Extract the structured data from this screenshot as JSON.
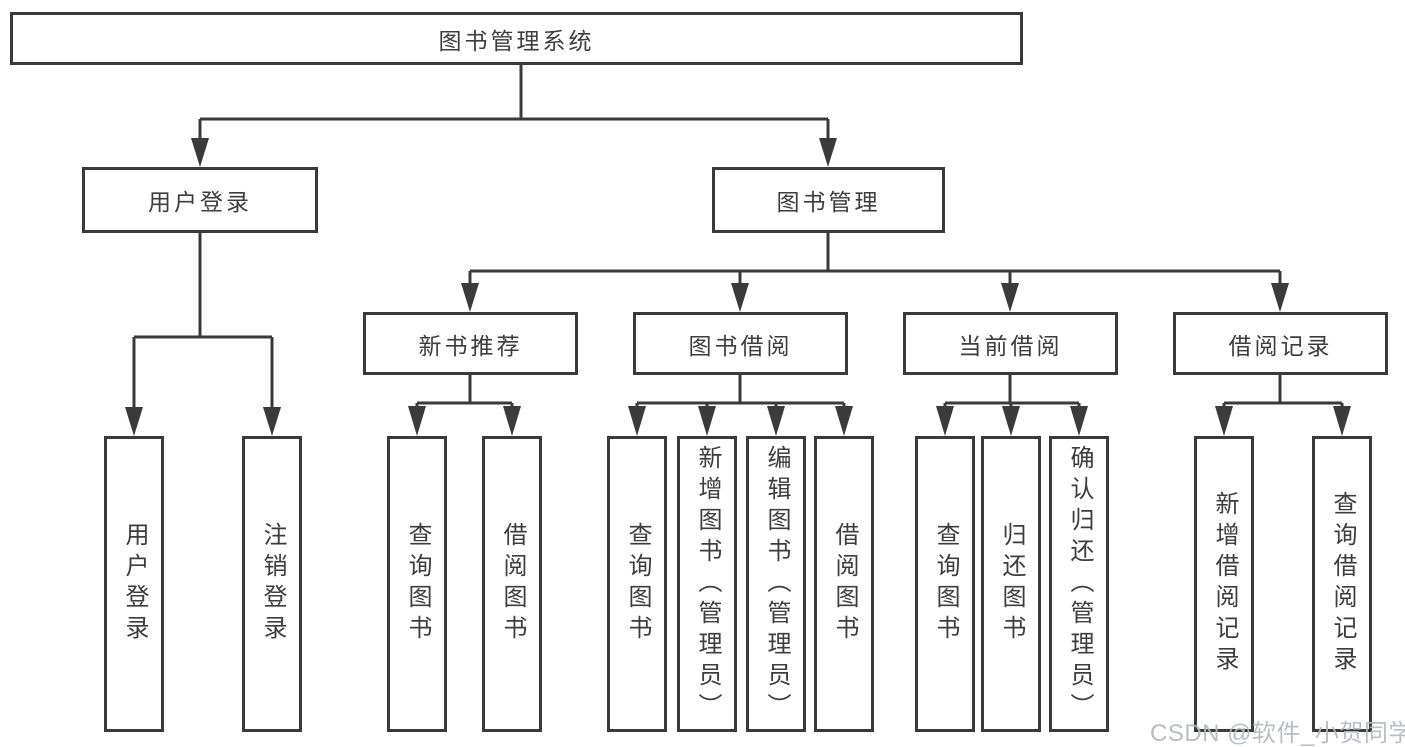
{
  "diagram": {
    "title": "图书管理系统",
    "tree": {
      "label": "图书管理系统",
      "children": [
        {
          "label": "用户登录",
          "children": [
            {
              "label": "用户登录"
            },
            {
              "label": "注销登录"
            }
          ]
        },
        {
          "label": "图书管理",
          "children": [
            {
              "label": "新书推荐",
              "children": [
                {
                  "label": "查询图书"
                },
                {
                  "label": "借阅图书"
                }
              ]
            },
            {
              "label": "图书借阅",
              "children": [
                {
                  "label": "查询图书"
                },
                {
                  "label": "新增图书（管理员）"
                },
                {
                  "label": "编辑图书（管理员）"
                },
                {
                  "label": "借阅图书"
                }
              ]
            },
            {
              "label": "当前借阅",
              "children": [
                {
                  "label": "查询图书"
                },
                {
                  "label": "归还图书"
                },
                {
                  "label": "确认归还（管理员）"
                }
              ]
            },
            {
              "label": "借阅记录",
              "children": [
                {
                  "label": "新增借阅记录"
                },
                {
                  "label": "查询借阅记录"
                }
              ]
            }
          ]
        }
      ]
    },
    "watermark": "CSDN @软件_小贺同学",
    "colors": {
      "line": "#3a3a3a",
      "text": "#3d3d3d",
      "background": "#ffffff",
      "watermark": "#b5b9bf"
    }
  }
}
